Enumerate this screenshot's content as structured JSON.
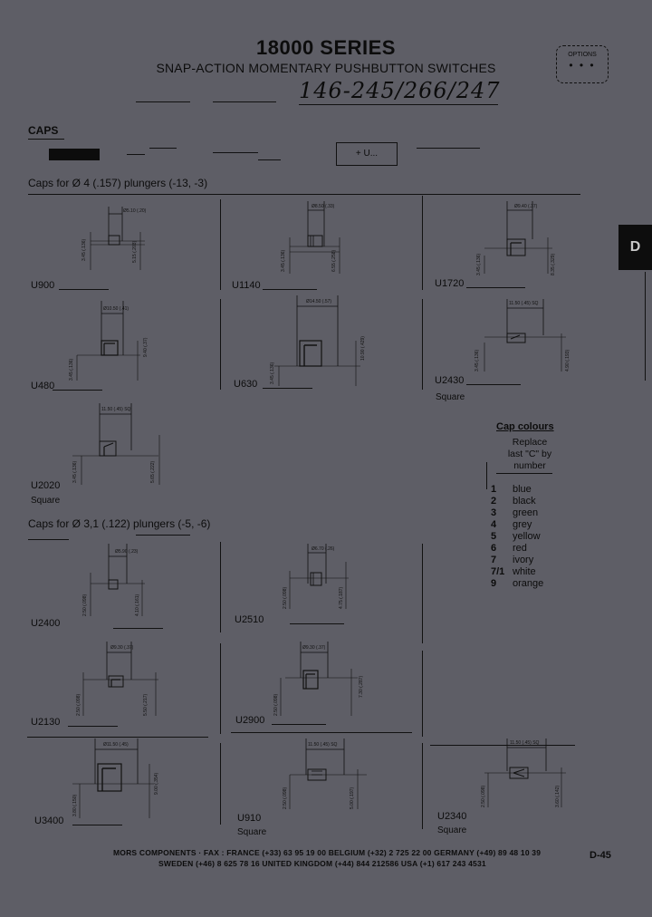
{
  "header": {
    "title": "18000 SERIES",
    "subtitle": "SNAP-ACTION MOMENTARY PUSHBUTTON SWITCHES",
    "handwritten": "146-245/266/247",
    "options_label": "OPTIONS",
    "options_dots": "• • •"
  },
  "tab": {
    "label": "D"
  },
  "caps_heading": "CAPS",
  "button_label": "+ U...",
  "sections": {
    "plungers_4": "Caps for Ø 4 (.157) plungers (-13, -3)",
    "plungers_3_1": "Caps for Ø 3,1 (.122) plungers (-5, -6)"
  },
  "parts": {
    "u900": "U900",
    "u1140": "U1140",
    "u1720": "U1720",
    "u480": "U480",
    "u630": "U630",
    "u2430": "U2430",
    "u2020": "U2020",
    "u2400": "U2400",
    "u2510": "U2510",
    "u2130": "U2130",
    "u2900": "U2900",
    "u3400": "U3400",
    "u910": "U910",
    "u2340": "U2340",
    "square": "Square"
  },
  "dims": {
    "u900": {
      "w": "Ø5.10 (.20)",
      "h1": "3.45 (.136)",
      "h2": "5.15 (.203)"
    },
    "u1140": {
      "w": "Ø8.50 (.33)",
      "h1": "3.45 (.136)",
      "h2": "6.55 (.258)"
    },
    "u1720": {
      "w": "Ø9.40 (.37)",
      "h1": "3.45 (.136)",
      "h2": "8.35 (.329)"
    },
    "u480": {
      "w": "Ø10.50 (.41)",
      "h1": "3.45 (.136)",
      "h2": "9.40 (.37)"
    },
    "u630": {
      "w": "Ø14.50 (.57)",
      "h1": "3.45 (.136)",
      "h2": "10.90 (.429)"
    },
    "u2430": {
      "w": "11.50 (.45) SQ",
      "h1": "3.45 (.136)",
      "h2": "4.90 (.193)"
    },
    "u2020": {
      "w": "11.50 (.45) SQ",
      "h1": "3.45 (.136)",
      "h2": "5.65 (.222)"
    },
    "u2400": {
      "w": "Ø5.90 (.23)",
      "h1": "2.50 (.098)",
      "h2": "4.10 (.161)"
    },
    "u2510": {
      "w": "Ø6.70 (.26)",
      "h1": "2.50 (.098)",
      "h2": "4.75 (.187)"
    },
    "u2130": {
      "w": "Ø9.30 (.37)",
      "h1": "2.50 (.098)",
      "h2": "5.50 (.217)"
    },
    "u2900": {
      "w": "Ø9.30 (.37)",
      "h1": "2.50 (.098)",
      "h2": "7.30 (.287)"
    },
    "u3400": {
      "w": "Ø11.50 (.45)",
      "h1": "3.80 (.150)",
      "h2": "9.00 (.354)"
    },
    "u910": {
      "w": "11.50 (.45) SQ",
      "h1": "2.50 (.098)",
      "h2": "5.00 (.197)"
    },
    "u2340": {
      "w": "11.50 (.45) SQ",
      "h1": "2.50 (.098)",
      "h2": "3.60 (.142)"
    }
  },
  "legend": {
    "title": "Cap colours",
    "note_l1": "Replace",
    "note_l2": "last \"C\" by",
    "note_l3": "number",
    "colours": [
      {
        "num": "1",
        "name": "blue"
      },
      {
        "num": "2",
        "name": "black"
      },
      {
        "num": "3",
        "name": "green"
      },
      {
        "num": "4",
        "name": "grey"
      },
      {
        "num": "5",
        "name": "yellow"
      },
      {
        "num": "6",
        "name": "red"
      },
      {
        "num": "7",
        "name": "ivory"
      },
      {
        "num": "7/1",
        "name": "white"
      },
      {
        "num": "9",
        "name": "orange"
      }
    ]
  },
  "footer": {
    "line1": "MORS COMPONENTS · FAX :   FRANCE (+33) 63 95 19 00   BELGIUM (+32) 2 725 22 00   GERMANY (+49) 89 48 10 39",
    "line2": "SWEDEN (+46) 8 625 78 16   UNITED KINGDOM (+44) 844 212586   USA (+1) 617 243 4531",
    "page": "D-45"
  }
}
